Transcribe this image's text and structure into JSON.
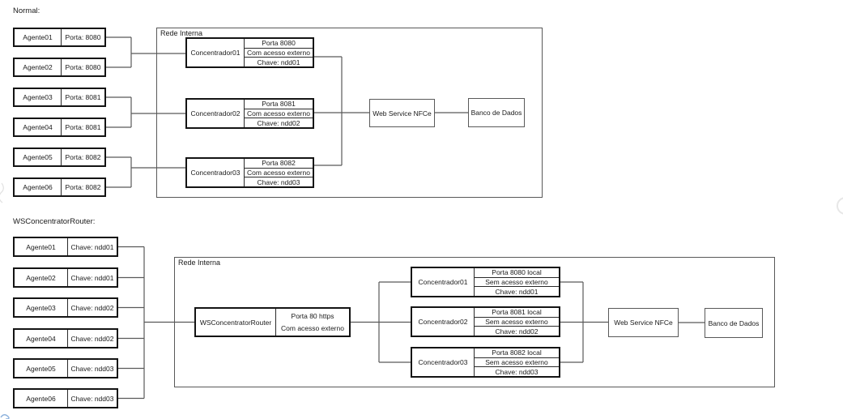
{
  "diagram_normal": {
    "title": "Normal:",
    "network_label": "Rede Interna",
    "agents": [
      {
        "name": "Agente01",
        "detail": "Porta: 8080"
      },
      {
        "name": "Agente02",
        "detail": "Porta: 8080"
      },
      {
        "name": "Agente03",
        "detail": "Porta: 8081"
      },
      {
        "name": "Agente04",
        "detail": "Porta: 8081"
      },
      {
        "name": "Agente05",
        "detail": "Porta: 8082"
      },
      {
        "name": "Agente06",
        "detail": "Porta: 8082"
      }
    ],
    "concentrators": [
      {
        "name": "Concentrador01",
        "port": "Porta 8080",
        "access": "Com acesso externo",
        "key": "Chave: ndd01"
      },
      {
        "name": "Concentrador02",
        "port": "Porta 8081",
        "access": "Com acesso externo",
        "key": "Chave: ndd02"
      },
      {
        "name": "Concentrador03",
        "port": "Porta 8082",
        "access": "Com acesso externo",
        "key": "Chave: ndd03"
      }
    ],
    "web_service": "Web Service NFCe",
    "database": "Banco de Dados"
  },
  "diagram_router": {
    "title": "WSConcentratorRouter:",
    "network_label": "Rede Interna",
    "agents": [
      {
        "name": "Agente01",
        "detail": "Chave: ndd01"
      },
      {
        "name": "Agente02",
        "detail": "Chave: ndd01"
      },
      {
        "name": "Agente03",
        "detail": "Chave: ndd02"
      },
      {
        "name": "Agente04",
        "detail": "Chave: ndd02"
      },
      {
        "name": "Agente05",
        "detail": "Chave: ndd03"
      },
      {
        "name": "Agente06",
        "detail": "Chave: ndd03"
      }
    ],
    "router": {
      "name": "WSConcentratorRouter",
      "port": "Porta 80 https",
      "access": "Com acesso externo"
    },
    "concentrators": [
      {
        "name": "Concentrador01",
        "port": "Porta 8080 local",
        "access": "Sem acesso externo",
        "key": "Chave: ndd01"
      },
      {
        "name": "Concentrador02",
        "port": "Porta 8081 local",
        "access": "Sem acesso externo",
        "key": "Chave: ndd02"
      },
      {
        "name": "Concentrador03",
        "port": "Porta 8082 local",
        "access": "Sem acesso externo",
        "key": "Chave: ndd03"
      }
    ],
    "web_service": "Web Service NFCe",
    "database": "Banco de Dados"
  },
  "colors": {
    "box_border": "#141414",
    "container_border": "#595959",
    "connector": "#595959",
    "text": "#1a1a1a",
    "background": "#ffffff"
  }
}
